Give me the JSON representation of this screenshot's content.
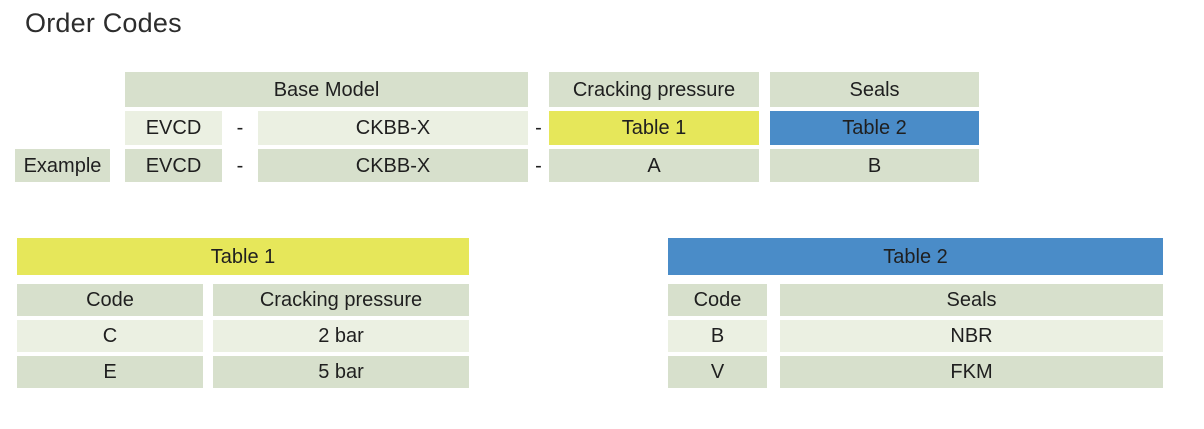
{
  "page": {
    "title": "Order Codes"
  },
  "colors": {
    "header_green": "#d7e0cc",
    "row_light_green": "#ebf0e2",
    "table1_yellow": "#e6e75a",
    "table2_blue": "#4a8cc8"
  },
  "order_code": {
    "headers": {
      "base_model": "Base Model",
      "cracking_pressure": "Cracking pressure",
      "seals": "Seals"
    },
    "separator": "-",
    "example_label": "Example",
    "model_row": {
      "prefix": "EVCD",
      "base_model": "CKBB-X",
      "cracking_pressure_ref": "Table 1",
      "seals_ref": "Table 2"
    },
    "example_row": {
      "prefix": "EVCD",
      "base_model": "CKBB-X",
      "cracking_pressure": "A",
      "seals": "B"
    }
  },
  "table1": {
    "title": "Table 1",
    "col_headers": {
      "code": "Code",
      "value": "Cracking pressure"
    },
    "rows": [
      {
        "code": "C",
        "value": "2 bar"
      },
      {
        "code": "E",
        "value": "5 bar"
      }
    ]
  },
  "table2": {
    "title": "Table 2",
    "col_headers": {
      "code": "Code",
      "value": "Seals"
    },
    "rows": [
      {
        "code": "B",
        "value": "NBR"
      },
      {
        "code": "V",
        "value": "FKM"
      }
    ]
  }
}
